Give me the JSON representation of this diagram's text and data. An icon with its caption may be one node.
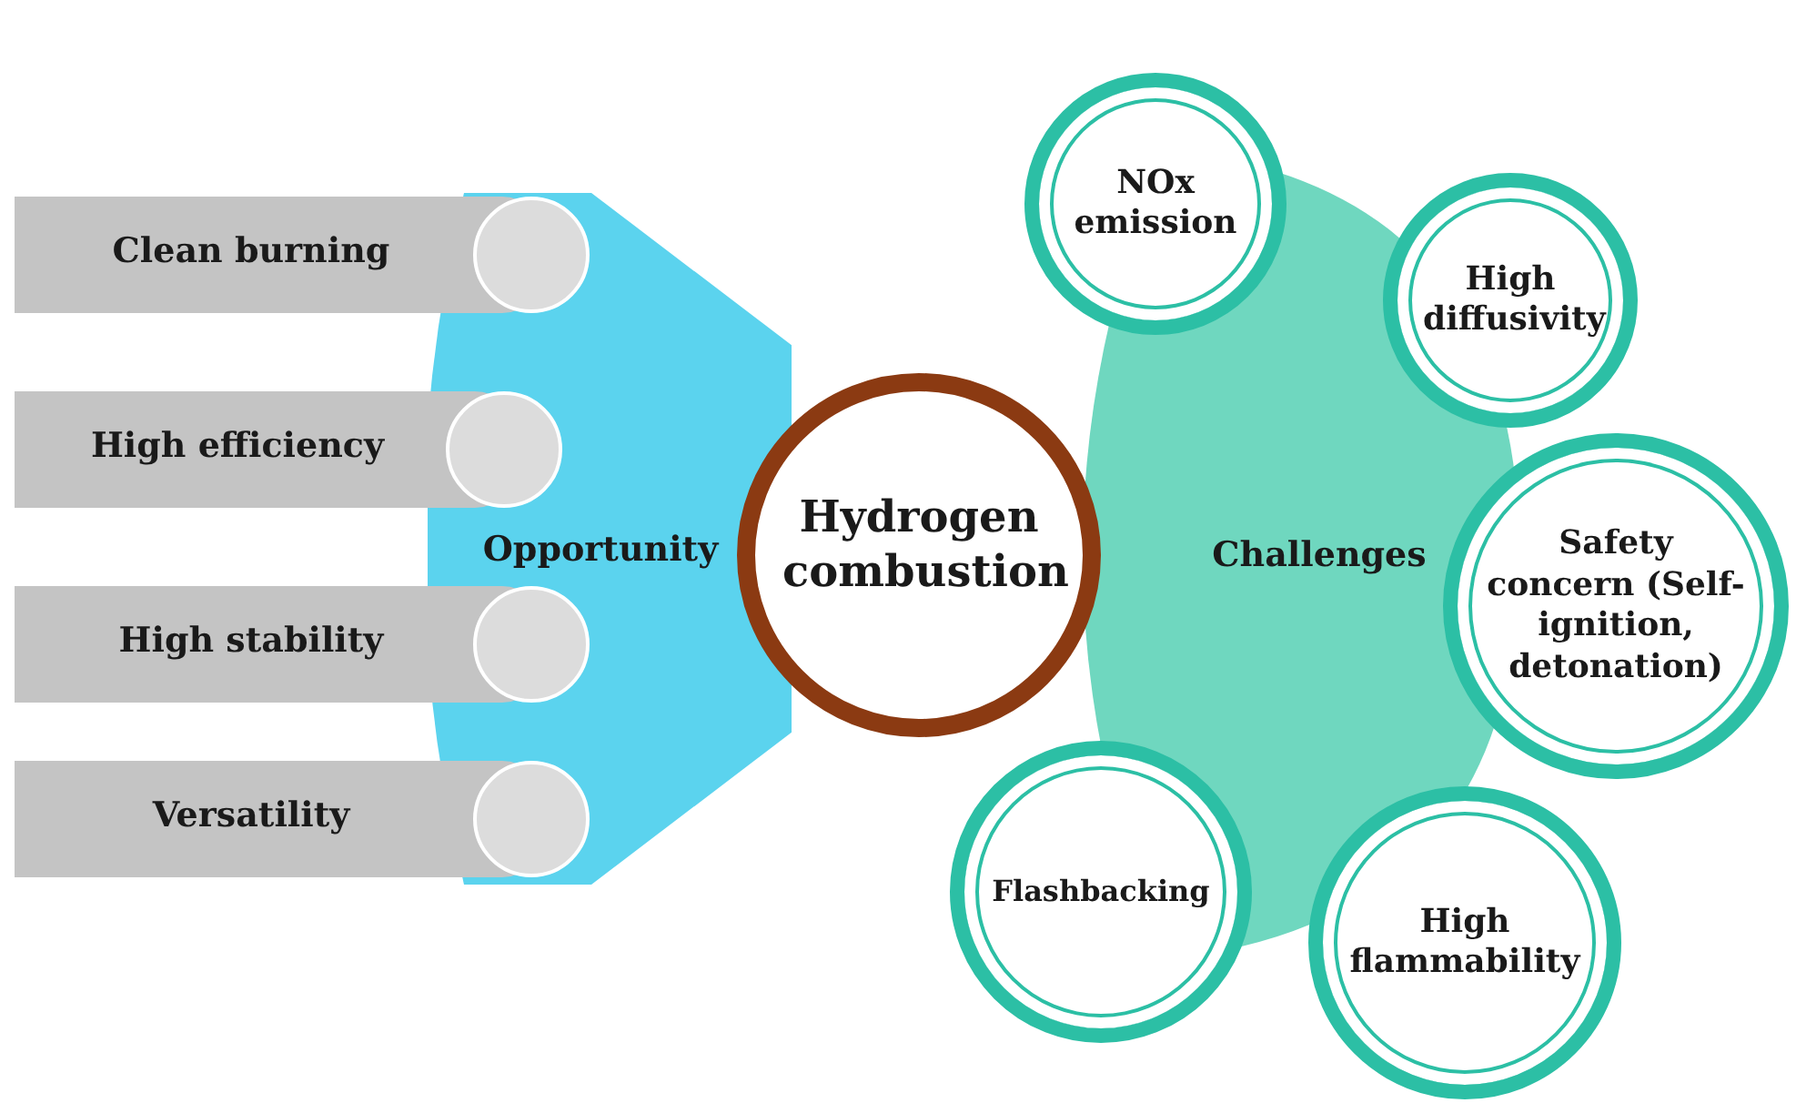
{
  "diagram": {
    "nodes": [
      {
        "text": [
          "Hydrogen combustion"
        ]
      },
      {
        "text": [
          "Opportunity"
        ]
      },
      {
        "text": [
          "Challenges"
        ]
      },
      {
        "text": [
          "Clean burning"
        ]
      },
      {
        "text": [
          "High efficiency"
        ]
      },
      {
        "text": [
          "High stability"
        ]
      },
      {
        "text": [
          "Versatility"
        ]
      },
      {
        "text": [
          "NOx emission"
        ]
      },
      {
        "text": [
          "High diffusivity"
        ]
      },
      {
        "text": [
          "Safety concern (Self-ignition, detonation)"
        ]
      },
      {
        "text": [
          "Flashbacking"
        ]
      },
      {
        "text": [
          "High flammability"
        ]
      }
    ]
  }
}
